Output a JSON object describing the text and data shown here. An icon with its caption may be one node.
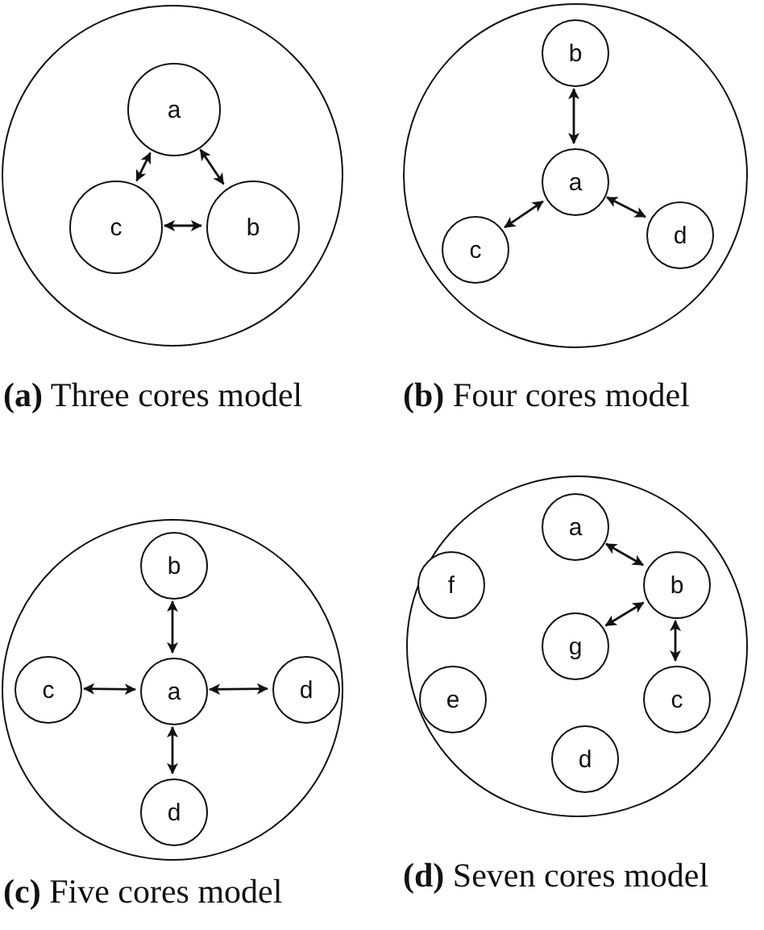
{
  "diagram": {
    "nodes": [
      {
        "text": [],
        "shape": "circle"
      },
      {
        "text": [
          "a"
        ],
        "in": 0
      },
      {
        "text": [
          "c"
        ],
        "in": 0
      },
      {
        "text": [
          "b"
        ],
        "in": 0
      },
      {
        "text": [],
        "shape": "circle"
      },
      {
        "text": [
          "b"
        ],
        "in": 4
      },
      {
        "text": [
          "a"
        ],
        "in": 4
      },
      {
        "text": [
          "c"
        ],
        "in": 4
      },
      {
        "text": [
          "d"
        ],
        "in": 4
      },
      {
        "text": [],
        "shape": "circle"
      },
      {
        "text": [
          "b"
        ],
        "in": 9
      },
      {
        "text": [
          "c"
        ],
        "in": 9
      },
      {
        "text": [
          "a"
        ],
        "in": 9
      },
      {
        "text": [
          "d"
        ],
        "in": 9
      },
      {
        "text": [
          "d"
        ],
        "in": 9
      },
      {
        "text": [],
        "shape": "circle"
      },
      {
        "text": [
          "a"
        ],
        "in": 15
      },
      {
        "text": [
          "f"
        ],
        "in": 15
      },
      {
        "text": [
          "b"
        ],
        "in": 15
      },
      {
        "text": [
          "g"
        ],
        "in": 15
      },
      {
        "text": [
          "e"
        ],
        "in": 15
      },
      {
        "text": [
          "c"
        ],
        "in": 15
      },
      {
        "text": [
          "d"
        ],
        "in": 15
      }
    ],
    "edges": [
      {
        "from": 1,
        "to": 2,
        "arrow": "both"
      },
      {
        "from": 1,
        "to": 3,
        "arrow": "both"
      },
      {
        "from": 2,
        "to": 3,
        "arrow": "both"
      },
      {
        "from": 5,
        "to": 6,
        "arrow": "both"
      },
      {
        "from": 6,
        "to": 7,
        "arrow": "both"
      },
      {
        "from": 6,
        "to": 8,
        "arrow": "both"
      },
      {
        "from": 10,
        "to": 12,
        "arrow": "both"
      },
      {
        "from": 11,
        "to": 12,
        "arrow": "both"
      },
      {
        "from": 12,
        "to": 13,
        "arrow": "both"
      },
      {
        "from": 12,
        "to": 14,
        "arrow": "both"
      },
      {
        "from": 16,
        "to": 18,
        "arrow": "both"
      },
      {
        "from": 18,
        "to": 19,
        "arrow": "both"
      },
      {
        "from": 18,
        "to": 21,
        "arrow": "both"
      }
    ],
    "labels": [
      "**(a)** Three cores model",
      "**(b)** Four cores model",
      "**(c)** Five cores model",
      "**(d)** Seven cores model"
    ]
  }
}
